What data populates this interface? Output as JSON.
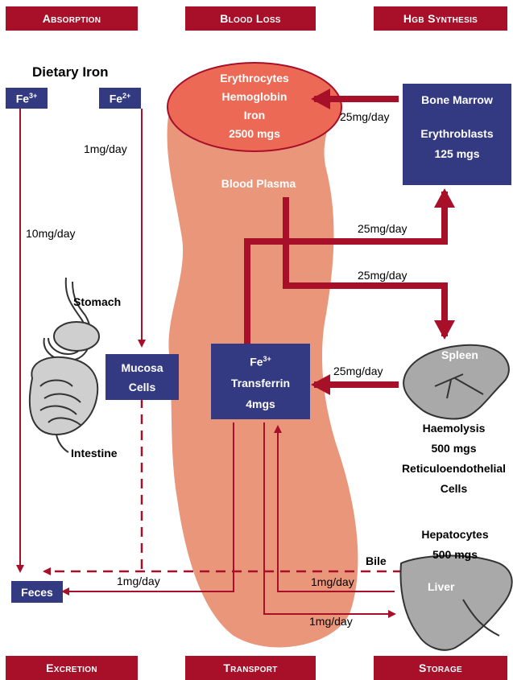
{
  "headers": {
    "absorption": "Absorption",
    "blood_loss": "Blood Loss",
    "hgb_synthesis": "Hgb Synthesis",
    "excretion": "Excretion",
    "transport": "Transport",
    "storage": "Storage"
  },
  "dietary_iron": "Dietary Iron",
  "fe3_base": "Fe",
  "fe3_sup": "3+",
  "fe2_base": "Fe",
  "fe2_sup": "2+",
  "erythrocytes": {
    "line1": "Erythrocytes",
    "line2": "Hemoglobin",
    "line3": "Iron",
    "line4": "2500 mgs"
  },
  "blood_plasma": "Blood Plasma",
  "bone_marrow": {
    "title": "Bone Marrow",
    "line2": "Erythroblasts",
    "line3": "125 mgs"
  },
  "rates": {
    "fe2_intake": "1mg/day",
    "fe3_excreted": "10mg/day",
    "marrow_to_rbc": "25mg/day",
    "plasma_to_marrow": "25mg/day",
    "plasma_to_spleen": "25mg/day",
    "spleen_to_transferrin": "25mg/day",
    "to_feces": "1mg/day",
    "liver_in": "1mg/day",
    "liver_out": "1mg/day"
  },
  "stomach": "Stomach",
  "intestine": "Intestine",
  "mucosa": {
    "line1": "Mucosa",
    "line2": "Cells"
  },
  "transferrin": {
    "fe_base": "Fe",
    "fe_sup": "3+",
    "line2": "Transferrin",
    "line3": "4mgs"
  },
  "spleen": "Spleen",
  "haemolysis": {
    "line1": "Haemolysis",
    "line2": "500 mgs",
    "line3": "Reticuloendothelial",
    "line4": "Cells"
  },
  "hepatocytes": {
    "line1": "Hepatocytes",
    "line2": "500 mgs"
  },
  "bile": "Bile",
  "liver": "Liver",
  "feces": "Feces",
  "colors": {
    "header_red": "#a8102a",
    "box_navy": "#333a82",
    "arrow_red": "#a8102a",
    "plasma_salmon": "#ea967a",
    "rbc_ellipse": "#ec6a55"
  }
}
